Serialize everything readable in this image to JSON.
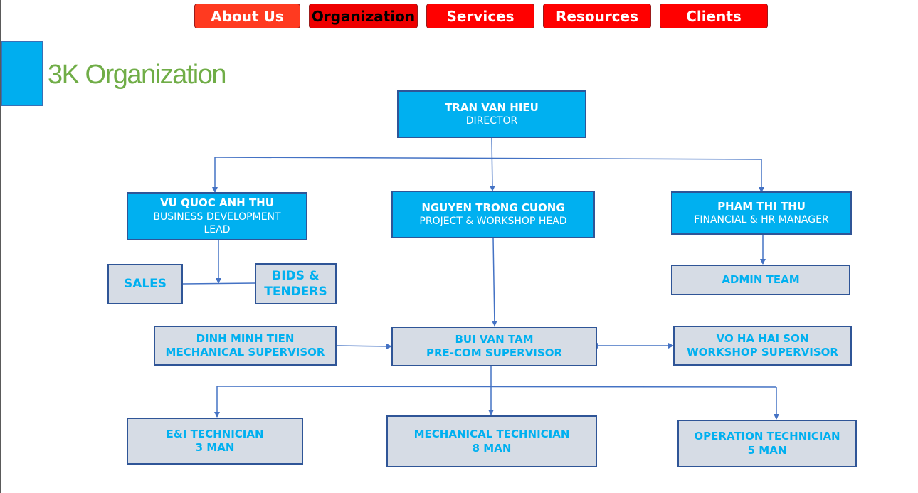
{
  "nav": [
    "About Us",
    "Organization",
    "Services",
    "Resources",
    "Clients"
  ],
  "page_title": "3K Organization",
  "director": {
    "name": "TRAN VAN HIEU",
    "role": "DIRECTOR"
  },
  "bd_lead": {
    "name": "VU QUOC ANH THU",
    "role_line1": "BUSINESS DEVELOPMENT",
    "role_line2": "LEAD"
  },
  "project_head": {
    "name": "NGUYEN TRONG CUONG",
    "role": "PROJECT & WORKSHOP HEAD"
  },
  "finance_hr": {
    "name": "PHAM THI THU",
    "role": "FINANCIAL & HR MANAGER"
  },
  "sales": "SALES",
  "bids_line1": "BIDS &",
  "bids_line2": "TENDERS",
  "admin_team": "ADMIN TEAM",
  "mech_supervisor": {
    "line1": "DINH MINH TIEN",
    "line2": "MECHANICAL  SUPERVISOR"
  },
  "precom_supervisor": {
    "line1": "BUI  VAN TAM",
    "line2": "PRE-COM SUPERVISOR"
  },
  "workshop_supervisor": {
    "line1": "VO HA HAI SON",
    "line2": "WORKSHOP SUPERVISOR"
  },
  "ei_tech": {
    "line1": "E&I TECHNICIAN",
    "line2": "3 MAN"
  },
  "mech_tech": {
    "line1": "MECHANICAL TECHNICIAN",
    "line2": "8 MAN"
  },
  "op_tech": {
    "line1": "OPERATION TECHNICIAN",
    "line2": "5 MAN"
  },
  "colors": {
    "nav_red": "#ff0000",
    "title_green": "#70ad47",
    "box_blue": "#00b0f0",
    "box_grey": "#d6dce5",
    "line_blue": "#4472c4"
  }
}
